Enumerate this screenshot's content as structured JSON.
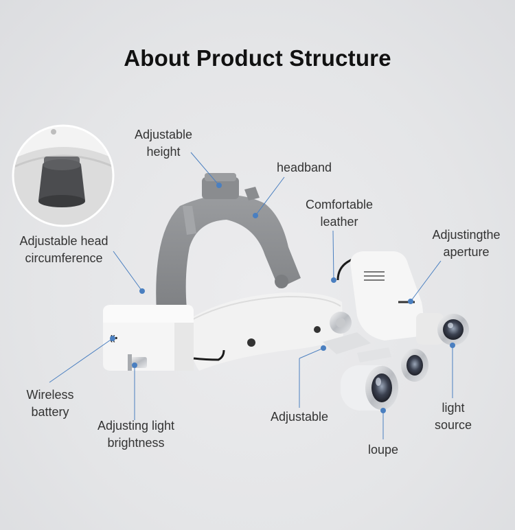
{
  "title": "About Product Structure",
  "labels": {
    "adjustable_height": [
      "Adjustable",
      "height"
    ],
    "headband": "headband",
    "comfortable_leather": [
      "Comfortable",
      "leather"
    ],
    "adjustable_head_circumference": [
      "Adjustable head",
      "circumference"
    ],
    "adjusting_aperture": [
      "Adjustingthe",
      "aperture"
    ],
    "wireless_battery": [
      "Wireless",
      "battery"
    ],
    "adjusting_light_brightness": [
      "Adjusting light",
      "brightness"
    ],
    "adjustable": "Adjustable",
    "loupe": "loupe",
    "light_source": [
      "light",
      "source"
    ]
  },
  "colors": {
    "leader_line": "#4a7fc0",
    "headband_gray": "#8d8f92",
    "white_parts": "#f4f4f4"
  }
}
